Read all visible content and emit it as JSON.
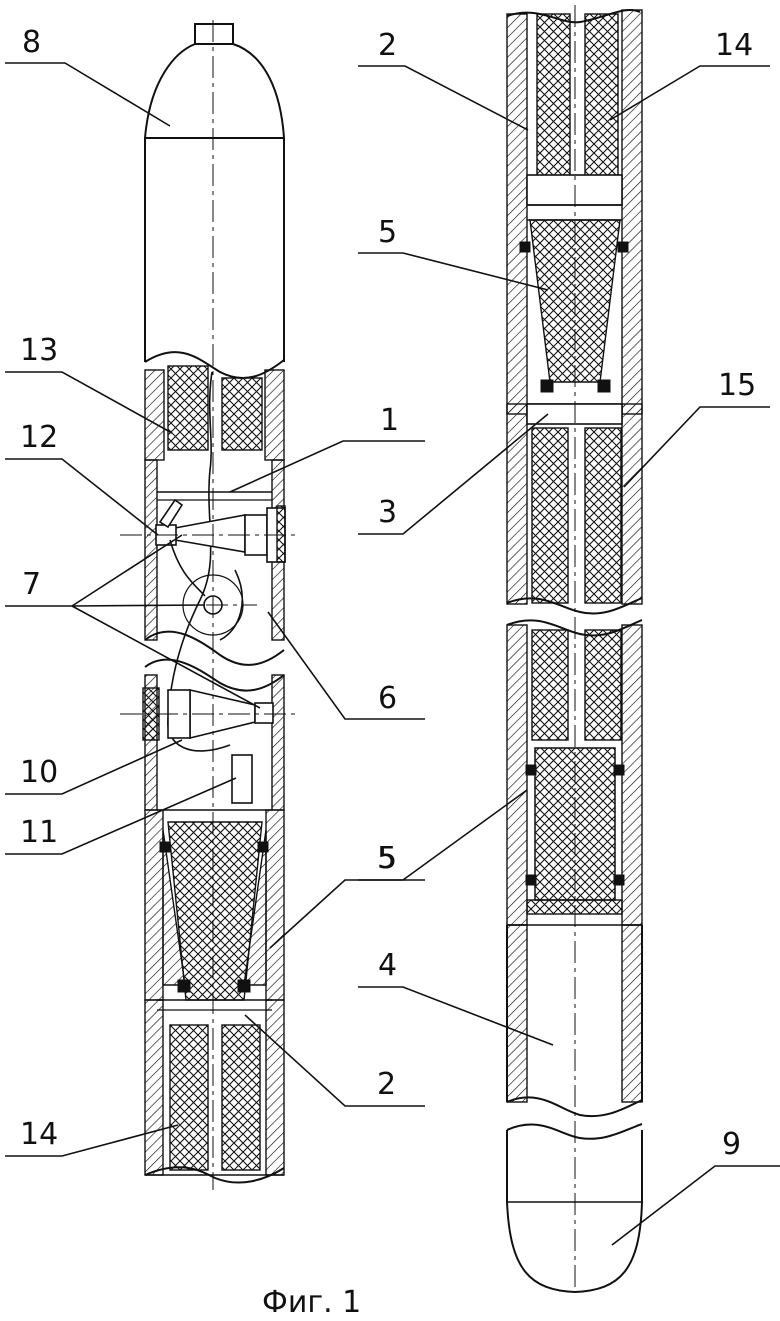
{
  "figure": {
    "caption": "Фиг. 1",
    "labels": {
      "l8": "8",
      "l13": "13",
      "l12": "12",
      "l1": "1",
      "l7": "7",
      "l6": "6",
      "l10": "10",
      "l11": "11",
      "l5a": "5",
      "l2a": "2",
      "l14a": "14",
      "l2b": "2",
      "l14b": "14",
      "l5b": "5",
      "l15": "15",
      "l3": "3",
      "l5c": "5",
      "l4": "4",
      "l9": "9"
    }
  }
}
